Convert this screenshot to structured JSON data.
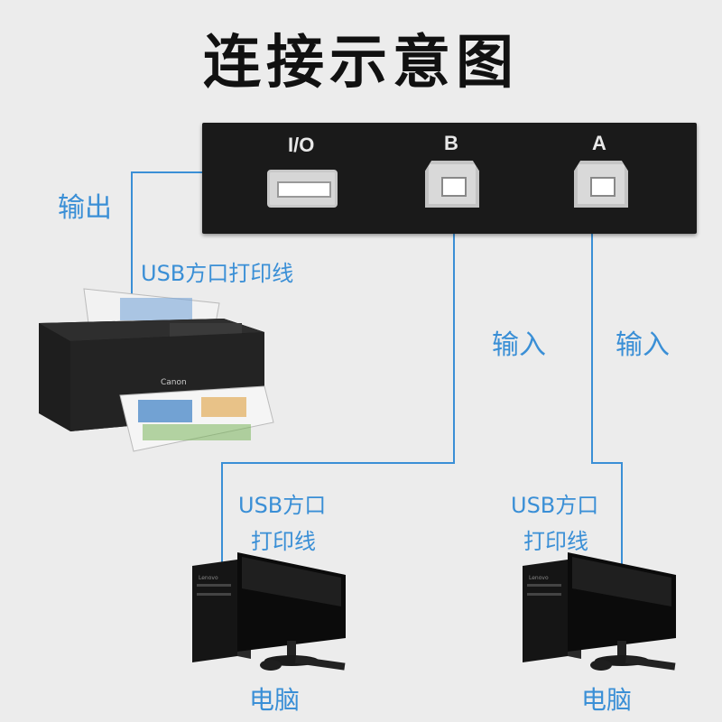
{
  "title": "连接示意图",
  "switch_box": {
    "ports": [
      {
        "label": "I/O",
        "type": "usb-a"
      },
      {
        "label": "B",
        "type": "usb-b"
      },
      {
        "label": "A",
        "type": "usb-b"
      }
    ]
  },
  "labels": {
    "output": "输出",
    "printer_cable": "USB方口打印线",
    "input_b": "输入",
    "input_a": "输入",
    "cable_left_line1": "USB方口",
    "cable_left_line2": "打印线",
    "cable_right_line1": "USB方口",
    "cable_right_line2": "打印线",
    "pc_left": "电脑",
    "pc_right": "电脑"
  },
  "printer": {
    "brand": "Canon"
  },
  "computers": [
    {
      "brand": "Lenovo"
    },
    {
      "brand": "Lenovo"
    }
  ],
  "colors": {
    "line": "#3a8fd6",
    "label": "#3a8fd6",
    "box": "#1a1a1a"
  }
}
